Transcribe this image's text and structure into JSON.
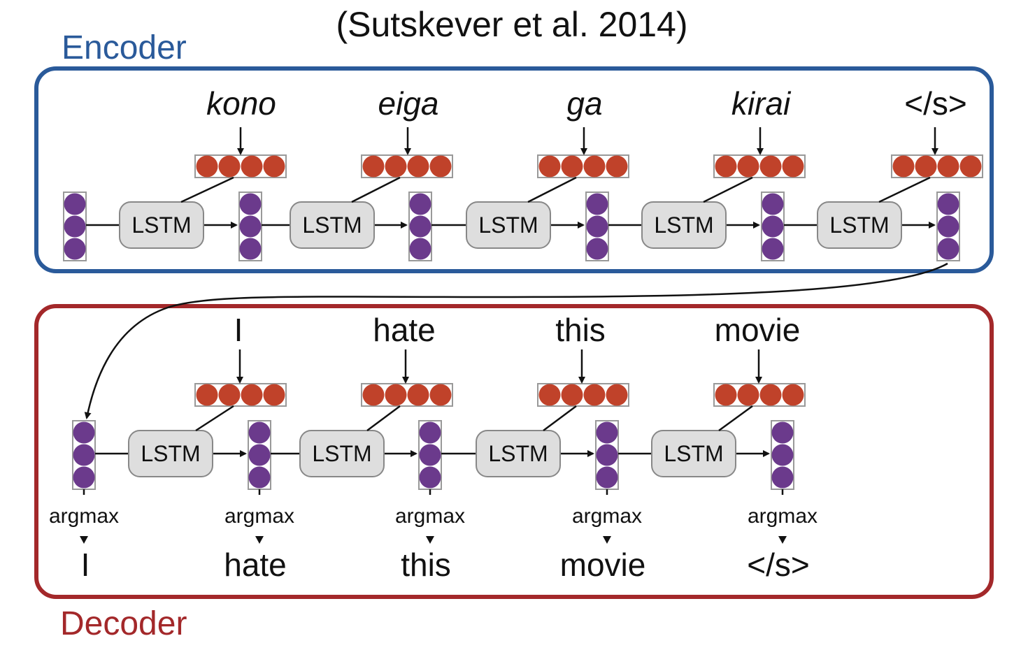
{
  "title": "(Sutskever et al. 2014)",
  "encoder": {
    "label": "Encoder",
    "color": "#2a5a9a",
    "inputs": [
      "kono",
      "eiga",
      "ga",
      "kirai",
      "</s>"
    ],
    "cell_label": "LSTM"
  },
  "decoder": {
    "label": "Decoder",
    "color": "#a3282a",
    "inputs": [
      "I",
      "hate",
      "this",
      "movie"
    ],
    "cell_label": "LSTM",
    "op_label": "argmax",
    "outputs": [
      "I",
      "hate",
      "this",
      "movie",
      "</s>"
    ]
  },
  "colors": {
    "embedding": "#c0422a",
    "hidden": "#6b3a8c",
    "box_fill": "#dedede",
    "box_stroke": "#888888"
  }
}
